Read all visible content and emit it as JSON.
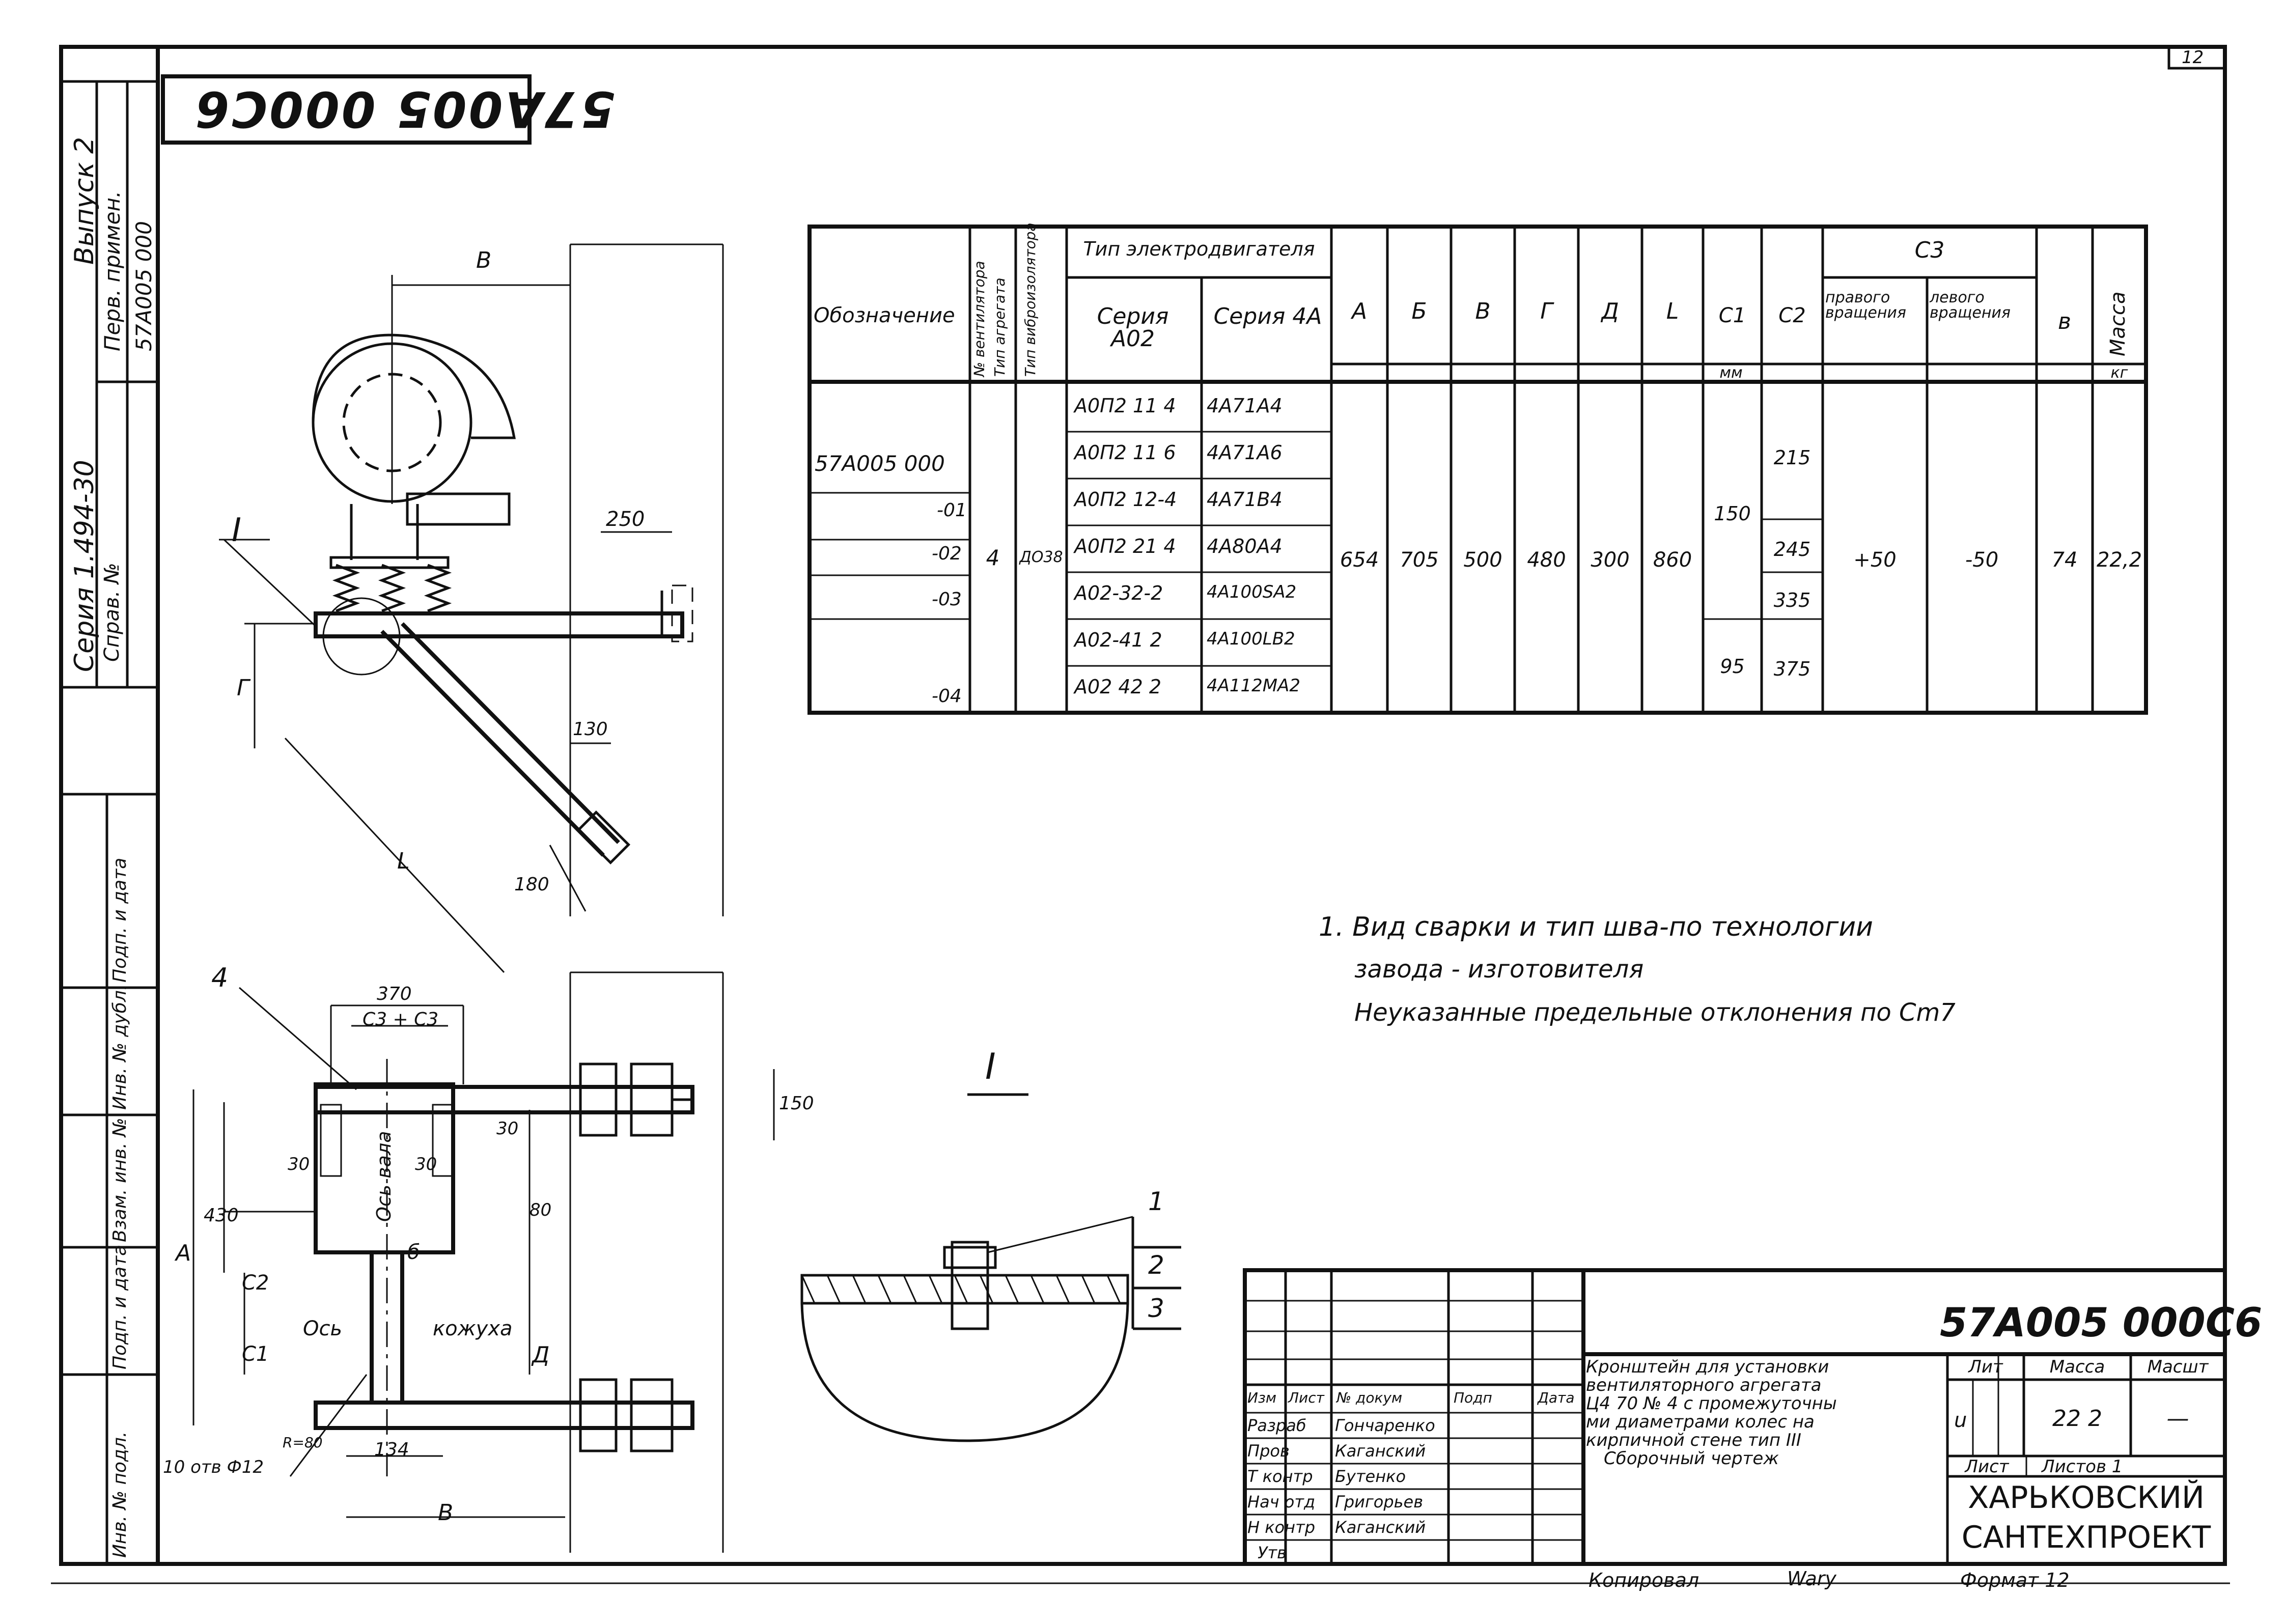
{
  "sheet": {
    "sheet_number_corner": "12",
    "stamp_top_left_code": "57А005 000С6",
    "side_labels": {
      "series": "Серия 1.494-30",
      "issue": "Выпуск 2",
      "first_use_label": "Перв. примен.",
      "first_use_value": "57А005 000",
      "ref_label": "Справ. №",
      "inv_fields": [
        "Инв. № подл.",
        "Подп. и дата",
        "Взам. инв. №",
        "Инв. № дубл.",
        "Подп. и дата"
      ]
    },
    "copied_label": "Копировал",
    "copied_sign": "Wary",
    "format_label": "Формат 12"
  },
  "notes": {
    "line1": "1. Вид сварки и тип шва-по технологии",
    "line2": "завода - изготовителя",
    "line3": "Неуказанные предельные отклонения по Cm7"
  },
  "spec_table": {
    "header": {
      "designation": "Обозначение",
      "fan_no": "№ вентилятора",
      "unit_type": "Тип агрегата",
      "vib_type": "Тип виброизолятора",
      "motor_type": "Тип электродвигателя",
      "series_a02": "Серия А02",
      "series_4a": "Серия 4А",
      "A": "А",
      "B6": "Б",
      "V": "В",
      "G": "Г",
      "D": "Д",
      "L": "L",
      "C1": "C1",
      "C2": "C2",
      "C3": "C3",
      "c3_right": "правого вращения",
      "c3_left": "левого вращения",
      "b": "в",
      "mass": "Масса",
      "unit_mm": "мм",
      "unit_kg": "кг"
    },
    "designations": [
      "57А005 000",
      "-01",
      "-02",
      "-03",
      "-04"
    ],
    "fan_no": "4",
    "vib_type": "ДО38",
    "motors_a02": [
      "А0П2 11 4",
      "А0П2 11 6",
      "А0П2 12-4",
      "А0П2 21 4",
      "А02-32-2",
      "А02-41 2",
      "А02 42 2"
    ],
    "motors_4a": [
      "4А71А4",
      "4А71А6",
      "4А71В4",
      "4А80А4",
      "4А100SА2",
      "4А100LВ2",
      "4А112МА2"
    ],
    "A": "654",
    "B6": "705",
    "V": "500",
    "G": "480",
    "D": "300",
    "L": "860",
    "C1": [
      "150",
      "95"
    ],
    "C2": [
      "215",
      "245",
      "335",
      "375"
    ],
    "c3_right": "+50",
    "c3_left": "-50",
    "b": "74",
    "mass": "22,2"
  },
  "drawing_labels": {
    "top_view": {
      "dim_B": "В",
      "dim_250": "250",
      "dim_G": "Г",
      "dim_130": "130",
      "dim_L": "L",
      "dim_180": "180",
      "detail_mark": "I"
    },
    "plan_view": {
      "callout_4": "4",
      "dim_370": "370",
      "dim_c3": "С3 + С3",
      "dim_150": "150",
      "dim_30a": "30",
      "dim_30b": "30",
      "dim_30c": "30",
      "dim_A": "А",
      "dim_430": "430",
      "dim_80": "80",
      "dim_C2": "С2",
      "dim_C1": "С1",
      "dim_b": "б",
      "axis_shaft": "Ось вала",
      "axis_label": "Ось",
      "casing_label": "кожуха",
      "dim_D": "Д",
      "dim_134": "134",
      "dim_B": "В",
      "holes": "10 отв Ф12",
      "dim_r": "R=80"
    },
    "detail": {
      "title": "I",
      "pos1": "1",
      "pos2": "2",
      "pos3": "3"
    }
  },
  "title_block": {
    "code": "57А005 000С6",
    "description": "Кронштейн для установки вентиляторного агрегата Ц4 70 № 4 с промежуточными диаметрами колес на кирпичной стене тип III Сборочный чертеж",
    "desc_lines": [
      "Кронштейн для установки",
      "вентиляторного агрегата",
      "Ц4 70 № 4 с промежуточны",
      "ми диаметрами колес на",
      "кирпичной стене тип III",
      "Сборочный чертеж"
    ],
    "lit_label": "Лит",
    "mass_label": "Масса",
    "scale_label": "Масшт",
    "lit_value": "u",
    "mass_value": "22 2",
    "scale_value": "—",
    "sheet_label": "Лист",
    "sheets_label": "Листов 1",
    "org_line1": "ХАРЬКОВСКИЙ",
    "org_line2": "САНТЕХПРОЕКТ",
    "col_heads": [
      "Изм",
      "Лист",
      "№ докум",
      "Подп",
      "Дата"
    ],
    "roles": [
      {
        "role": "Разраб",
        "name": "Гончаренко"
      },
      {
        "role": "Пров",
        "name": "Каганский"
      },
      {
        "role": "Т контр",
        "name": "Бутенко"
      },
      {
        "role": "Нач отд",
        "name": "Григорьев"
      },
      {
        "role": "Н контр",
        "name": "Каганский"
      },
      {
        "role": "Утв",
        "name": ""
      }
    ]
  }
}
